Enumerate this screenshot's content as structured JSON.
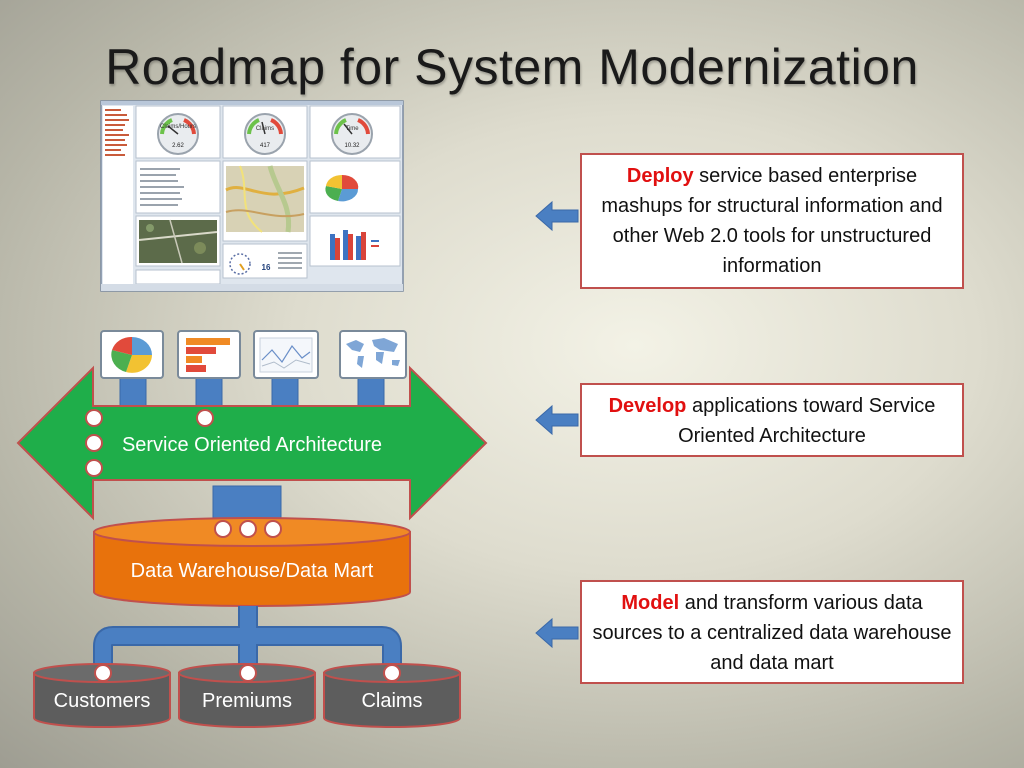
{
  "title": "Roadmap for System Modernization",
  "callouts": [
    {
      "keyword": "Deploy",
      "text": "service based enterprise mashups for structural information and other Web 2.0 tools for unstructured information"
    },
    {
      "keyword": "Develop",
      "text": "applications toward Service Oriented Architecture"
    },
    {
      "keyword": "Model",
      "text": "and transform various data sources to a centralized data warehouse and data mart"
    }
  ],
  "soa_label": "Service Oriented Architecture",
  "warehouse_label": "Data Warehouse/Data Mart",
  "sources": [
    "Customers",
    "Premiums",
    "Claims"
  ],
  "dashboard": {
    "gauges": [
      "Claims/Hours",
      "Claims",
      "Time"
    ],
    "gauge_values": [
      "2.62",
      "417",
      "10.32"
    ],
    "calendar_day": "16"
  },
  "colors": {
    "arrow_green": "#1fae4a",
    "warehouse_orange": "#e8720c",
    "source_gray": "#5d5d5d",
    "pipe_blue": "#4a7fc2",
    "callout_border": "#c0504d",
    "keyword_red": "#e11010"
  }
}
